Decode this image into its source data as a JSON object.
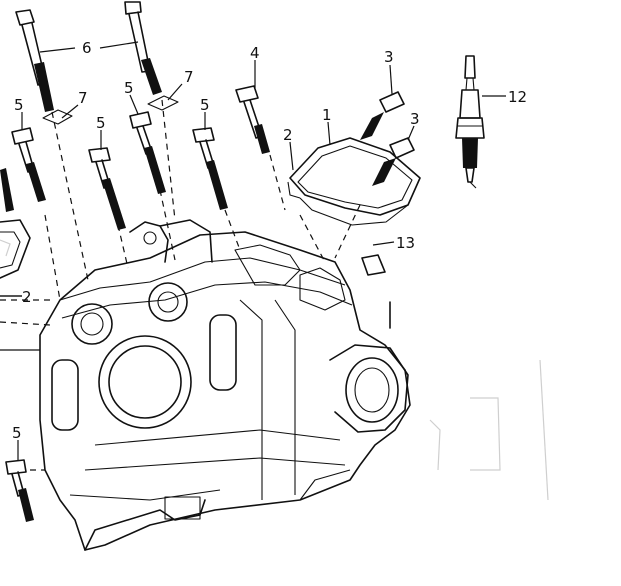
{
  "colors": {
    "line": "#111111",
    "background": "#ffffff"
  },
  "callouts": {
    "c1": "1",
    "c2_top": "2",
    "c2_left": "2",
    "c3_top": "3",
    "c3_bottom": "3",
    "c4": "4",
    "c5_a": "5",
    "c5_b": "5",
    "c5_c": "5",
    "c5_d": "5",
    "c5_e": "5",
    "c6": "6",
    "c7_left": "7",
    "c7_right": "7",
    "c12": "12",
    "c13": "13"
  }
}
